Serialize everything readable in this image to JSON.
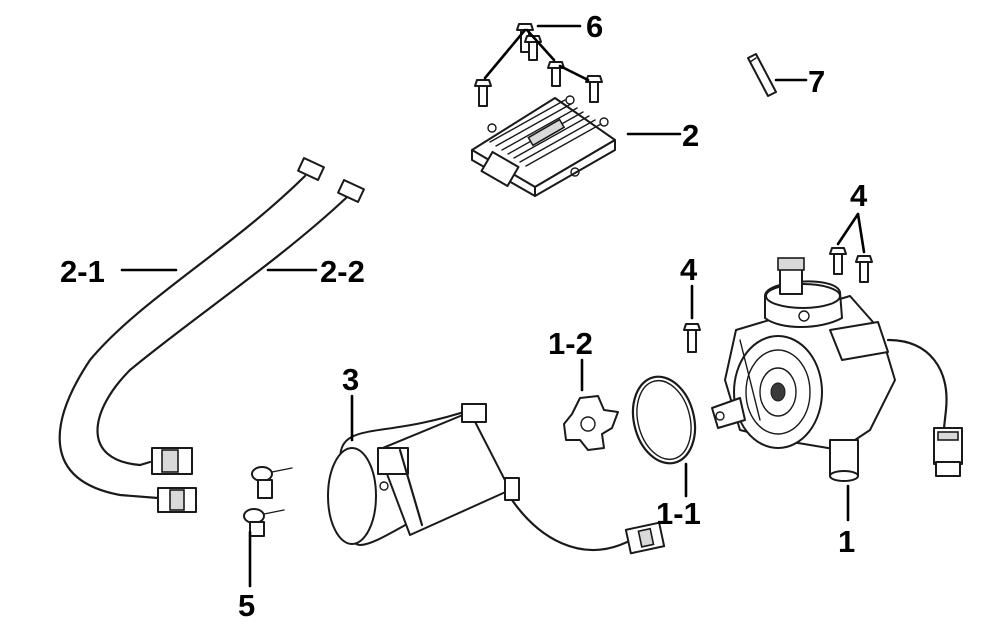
{
  "callouts": [
    {
      "id": "1",
      "text": "1"
    },
    {
      "id": "1-1",
      "text": "1-1"
    },
    {
      "id": "1-2",
      "text": "1-2"
    },
    {
      "id": "2",
      "text": "2"
    },
    {
      "id": "2-1",
      "text": "2-1"
    },
    {
      "id": "2-2",
      "text": "2-2"
    },
    {
      "id": "3",
      "text": "3"
    },
    {
      "id": "4a",
      "text": "4"
    },
    {
      "id": "4b",
      "text": "4"
    },
    {
      "id": "5",
      "text": "5"
    },
    {
      "id": "6",
      "text": "6"
    },
    {
      "id": "7",
      "text": "7"
    }
  ],
  "colors": {
    "line": "#1a1a1a",
    "background": "#ffffff",
    "shade": "#d9d9d9"
  }
}
